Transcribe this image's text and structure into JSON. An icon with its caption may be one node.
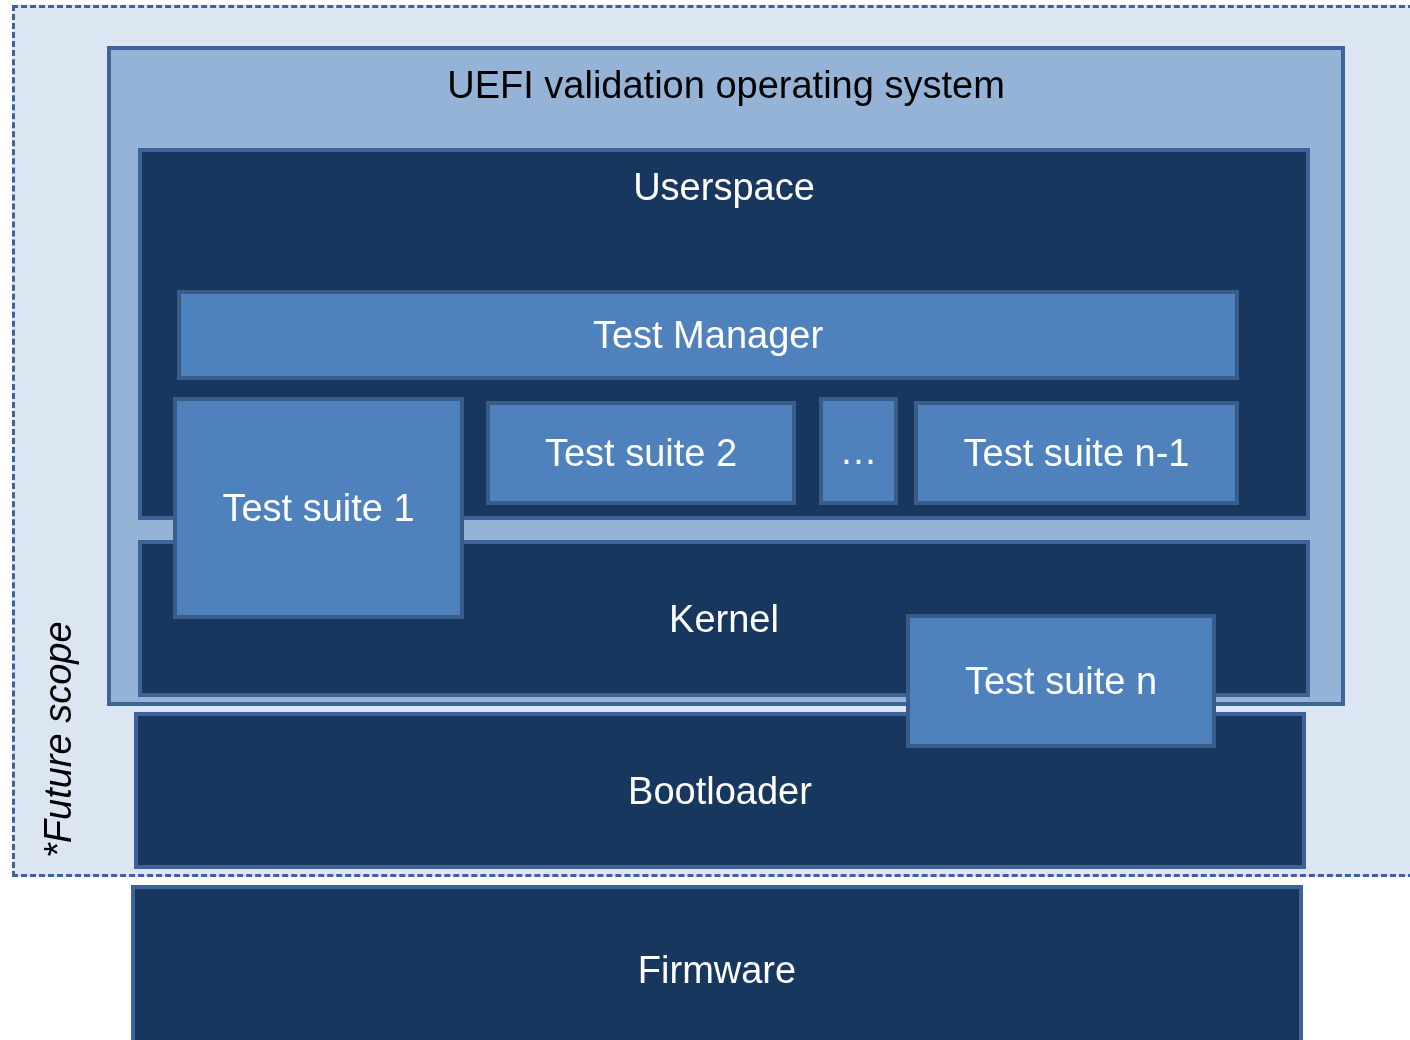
{
  "diagram": {
    "nodes": [
      {
        "text": [
          "*Future scope"
        ]
      },
      {
        "text": [
          "UEFI validation operating system"
        ],
        "in": 0
      },
      {
        "text": [
          "Userspace"
        ],
        "in": 1
      },
      {
        "text": [
          "Test Manager"
        ],
        "in": 2
      },
      {
        "text": [
          "Test suite 2"
        ],
        "in": 2
      },
      {
        "text": [
          "…"
        ],
        "in": 2
      },
      {
        "text": [
          "Test suite n-1"
        ],
        "in": 2
      },
      {
        "text": [
          "Kernel"
        ],
        "in": 1
      },
      {
        "text": [
          "Test suite 1"
        ],
        "in": 1
      },
      {
        "text": [
          "Bootloader"
        ],
        "in": 0
      },
      {
        "text": [
          "Test suite n"
        ],
        "in": 0
      },
      {
        "text": [
          "Firmware"
        ]
      }
    ],
    "edges": []
  }
}
